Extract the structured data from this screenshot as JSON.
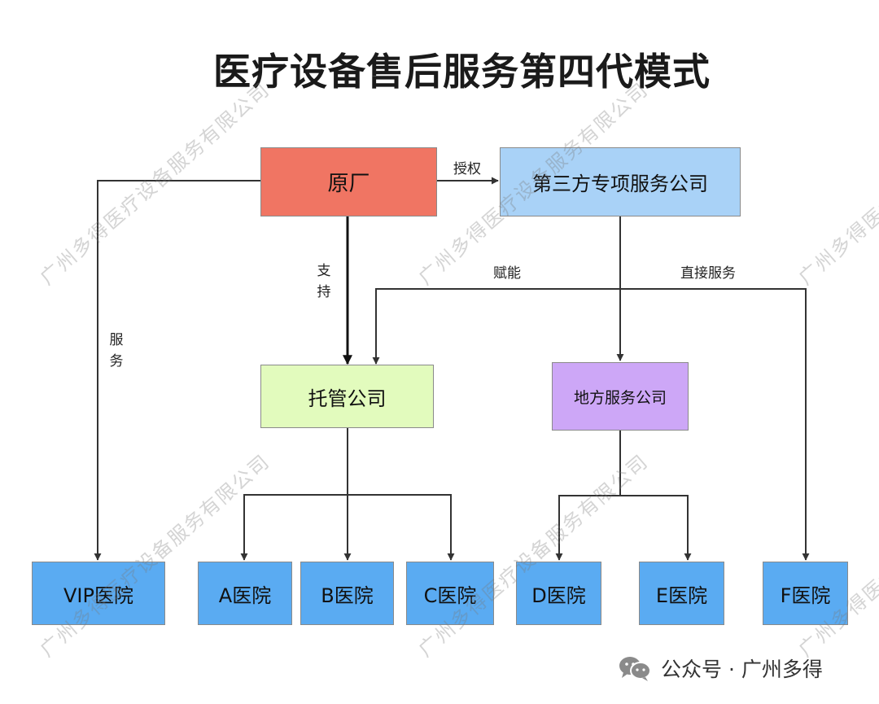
{
  "title": "医疗设备售后服务第四代模式",
  "nodes": {
    "oem": "原厂",
    "third_party": "第三方专项服务公司",
    "custody": "托管公司",
    "local": "地方服务公司",
    "vip": "VIP医院",
    "a": "A医院",
    "b": "B医院",
    "c": "C医院",
    "d": "D医院",
    "e": "E医院",
    "f": "F医院"
  },
  "edge_labels": {
    "authorize": "授权",
    "support": "支持",
    "empower": "赋能",
    "direct_service": "直接服务",
    "service": "服务"
  },
  "watermark": "广州多得医疗设备服务有限公司",
  "footer": {
    "icon": "wechat-icon",
    "text": "公众号 · 广州多得"
  },
  "colors": {
    "oem": "#f07563",
    "third_party": "#a9d2f7",
    "custody": "#e2fbbd",
    "local": "#cda7f7",
    "hospital": "#5aabf2",
    "line": "#333333"
  }
}
